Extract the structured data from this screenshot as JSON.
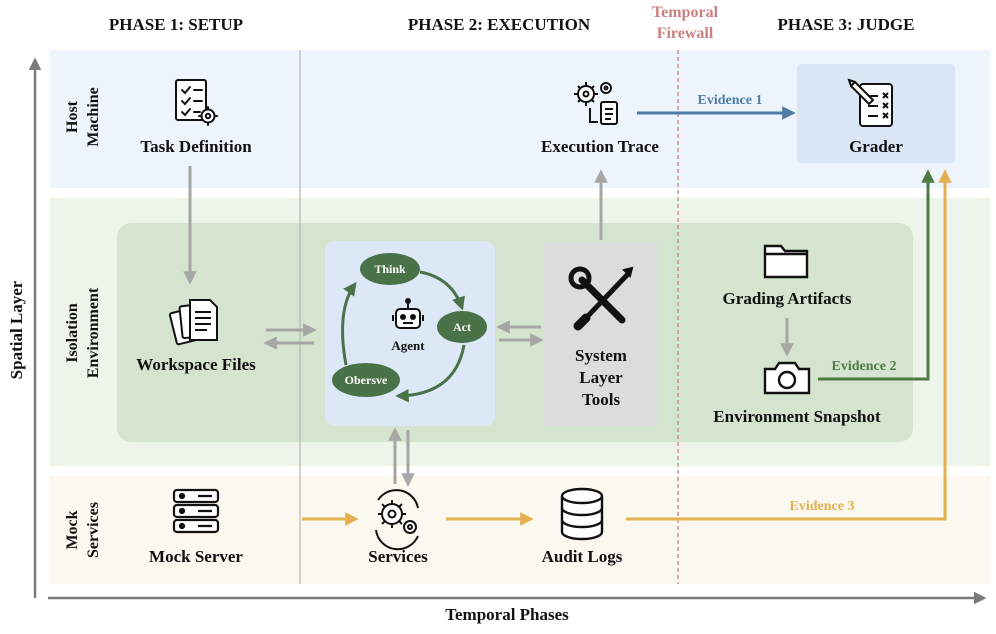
{
  "phases": {
    "setup": "PHASE 1: SETUP",
    "execution": "PHASE 2: EXECUTION",
    "judge": "PHASE 3: JUDGE"
  },
  "firewall": {
    "line1": "Temporal",
    "line2": "Firewall"
  },
  "axes": {
    "y": "Spatial Layer",
    "x": "Temporal Phases"
  },
  "rows": {
    "host": {
      "line1": "Host",
      "line2": "Machine"
    },
    "isolation": {
      "line1": "Isolation",
      "line2": "Environment"
    },
    "mock": {
      "line1": "Mock",
      "line2": "Services"
    }
  },
  "nodes": {
    "task_definition": "Task Definition",
    "workspace_files": "Workspace Files",
    "mock_server": "Mock Server",
    "agent": "Agent",
    "think": "Think",
    "act": "Act",
    "observe": "Obersve",
    "system_tools": {
      "line1": "System",
      "line2": "Layer",
      "line3": "Tools"
    },
    "execution_trace": "Execution Trace",
    "services": "Services",
    "audit_logs": "Audit Logs",
    "grader": "Grader",
    "grading_artifacts": "Grading Artifacts",
    "environment_snapshot": "Environment Snapshot"
  },
  "evidence": {
    "e1": "Evidence 1",
    "e2": "Evidence 2",
    "e3": "Evidence 3"
  },
  "colors": {
    "host_bg": "#eef4fb",
    "isolation_outer_bg": "#edf5ea",
    "isolation_inner_bg": "#d5e4cf",
    "mock_bg": "#fbf8ef",
    "agent_box": "#dde8f6",
    "tools_box": "#dcdcdc",
    "grader_box": "#dae6f6",
    "loop_green": "#4a7248",
    "evidence1": "#4f7ca8",
    "evidence2": "#4d7a45",
    "evidence3": "#e3b050",
    "gray_arrow": "#a6a6a6",
    "firewall": "#c98080"
  },
  "icons": [
    "checklist-gear-icon",
    "documents-icon",
    "server-icon",
    "robot-icon",
    "wrench-screwdriver-icon",
    "gears-document-icon",
    "gear-cycle-icon",
    "database-icon",
    "grading-sheet-icon",
    "folder-icon",
    "camera-icon"
  ]
}
